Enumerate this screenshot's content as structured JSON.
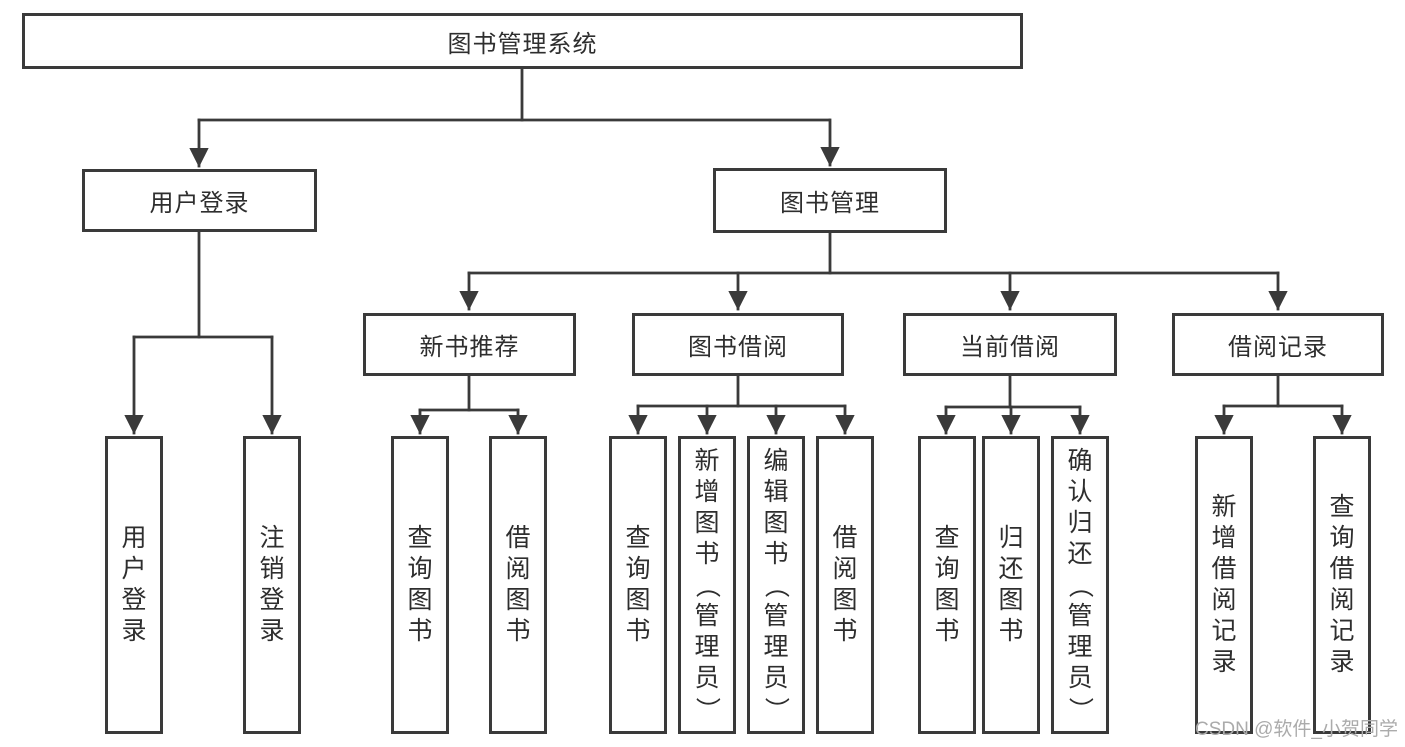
{
  "tree": {
    "label": "图书管理系统",
    "children": [
      {
        "label": "用户登录",
        "children": [
          {
            "label": "用户登录"
          },
          {
            "label": "注销登录"
          }
        ]
      },
      {
        "label": "图书管理",
        "children": [
          {
            "label": "新书推荐",
            "children": [
              {
                "label": "查询图书"
              },
              {
                "label": "借阅图书"
              }
            ]
          },
          {
            "label": "图书借阅",
            "children": [
              {
                "label": "查询图书"
              },
              {
                "label": "新增图书（管理员）"
              },
              {
                "label": "编辑图书（管理员）"
              },
              {
                "label": "借阅图书"
              }
            ]
          },
          {
            "label": "当前借阅",
            "children": [
              {
                "label": "查询图书"
              },
              {
                "label": "归还图书"
              },
              {
                "label": "确认归还（管理员）"
              }
            ]
          },
          {
            "label": "借阅记录",
            "children": [
              {
                "label": "新增借阅记录"
              },
              {
                "label": "查询借阅记录"
              }
            ]
          }
        ]
      }
    ]
  },
  "watermark": "CSDN @软件_小贺同学",
  "colors": {
    "line": "#3a3a3a",
    "text": "#2e2e2e",
    "watermark": "#ababab",
    "background": "#ffffff"
  }
}
